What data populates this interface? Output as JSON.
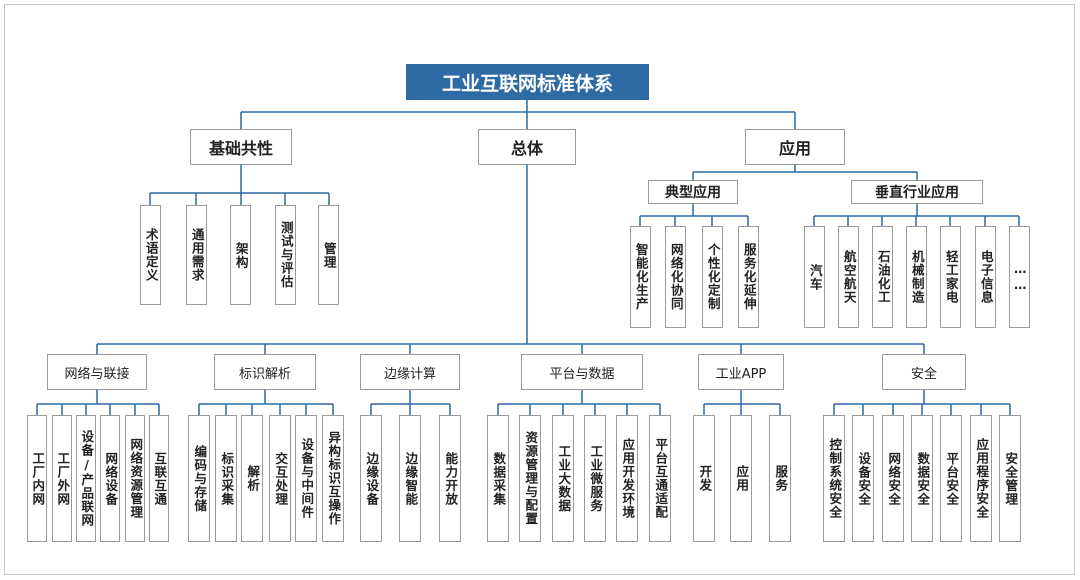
{
  "title": "工业互联网标准体系",
  "level1": {
    "jichu": "基础共性",
    "zongti": "总体",
    "yingyong": "应用"
  },
  "jichu_items": [
    "术语定义",
    "通用需求",
    "架构",
    "测试与评估",
    "管理"
  ],
  "yingyong_groups": {
    "dianxing": {
      "label": "典型应用",
      "items": [
        "智能化生产",
        "网络化协同",
        "个性化定制",
        "服务化延伸"
      ]
    },
    "chuizhi": {
      "label": "垂直行业应用",
      "items": [
        "汽车",
        "航空航天",
        "石油化工",
        "机械制造",
        "轻工家电",
        "电子信息",
        "……"
      ]
    }
  },
  "zongti_groups": [
    {
      "label": "网络与联接",
      "items": [
        "工厂内网",
        "工厂外网",
        "设备/产品联网",
        "网络设备",
        "网络资源管理",
        "互联互通"
      ]
    },
    {
      "label": "标识解析",
      "items": [
        "编码与存储",
        "标识采集",
        "解析",
        "交互处理",
        "设备与中间件",
        "异构标识互操作"
      ]
    },
    {
      "label": "边缘计算",
      "items": [
        "边缘设备",
        "边缘智能",
        "能力开放"
      ]
    },
    {
      "label": "平台与数据",
      "items": [
        "数据采集",
        "资源管理与配置",
        "工业大数据",
        "工业微服务",
        "应用开发环境",
        "平台互通适配"
      ]
    },
    {
      "label": "工业APP",
      "items": [
        "开发",
        "应用",
        "服务"
      ]
    },
    {
      "label": "安全",
      "items": [
        "控制系统安全",
        "设备安全",
        "网络安全",
        "数据安全",
        "平台安全",
        "应用程序安全",
        "安全管理"
      ]
    }
  ],
  "colors": {
    "title_bg": "#2e6aa3",
    "title_text": "#ffffff",
    "line": "#2e6aa3",
    "border": "#9a9a9a"
  }
}
